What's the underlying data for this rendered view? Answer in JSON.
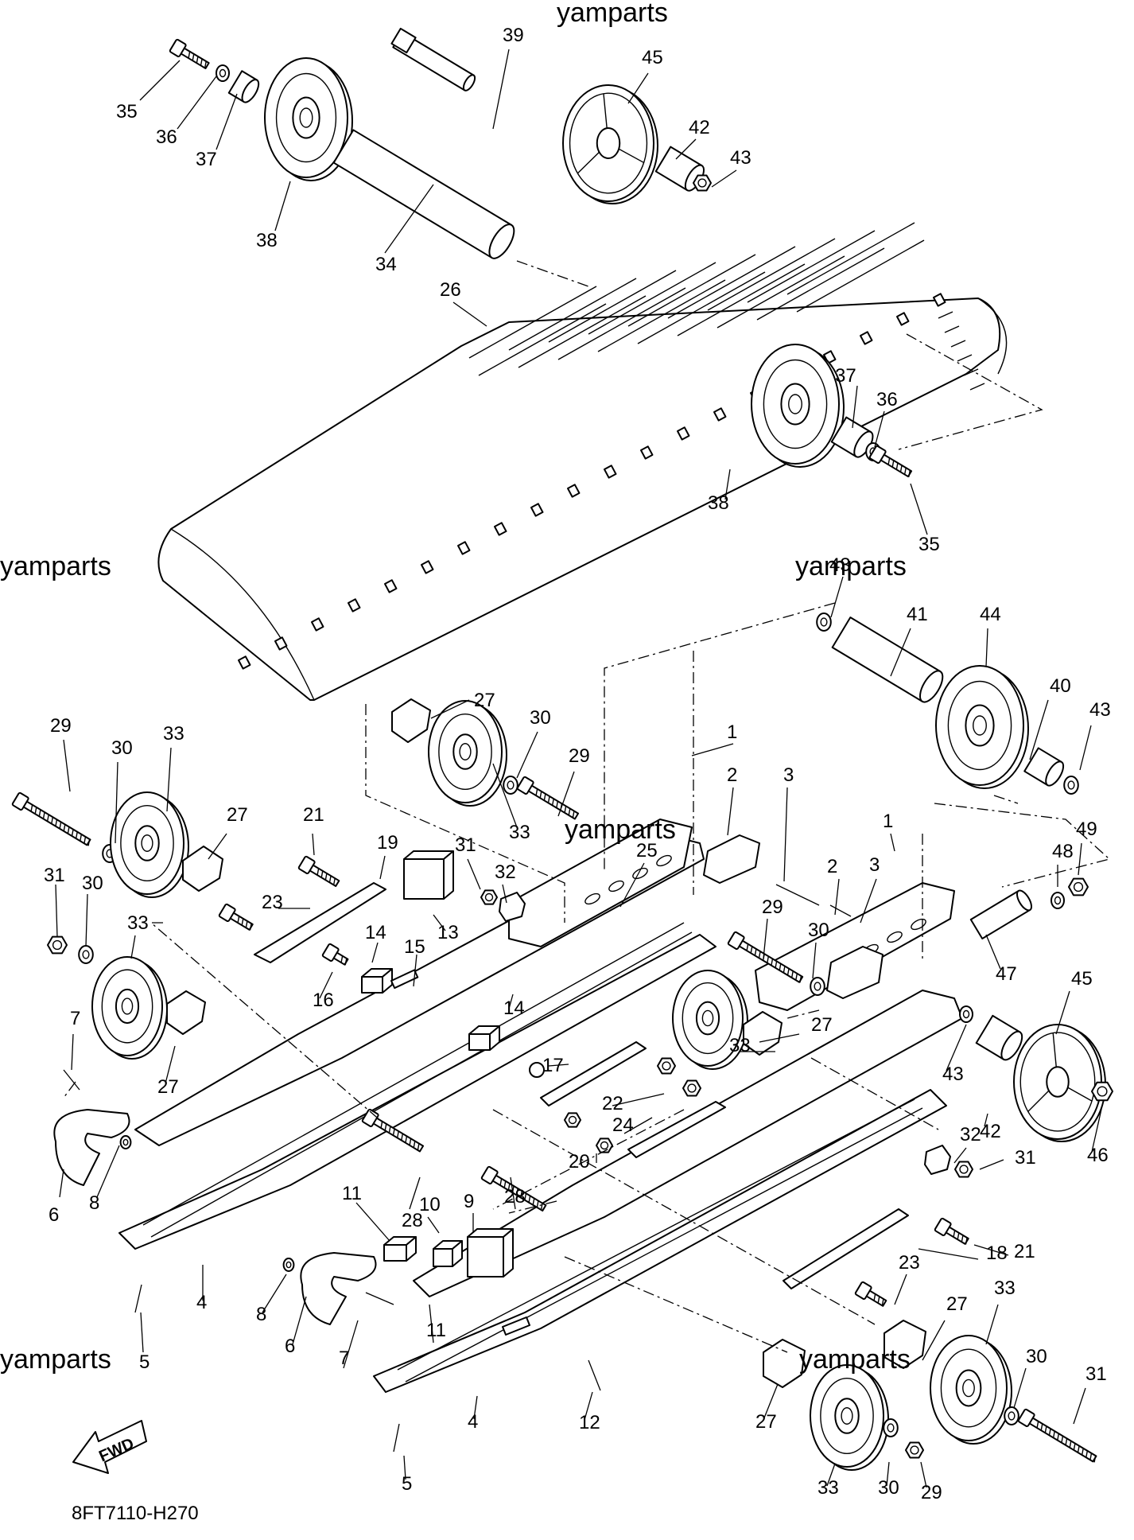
{
  "diagram": {
    "part_code": "8FT7110-H270",
    "watermark": "yamparts",
    "fwd_label": "FWD",
    "callouts": [
      "35",
      "36",
      "37",
      "38",
      "39",
      "45",
      "42",
      "43",
      "34",
      "26",
      "37",
      "36",
      "38",
      "35",
      "43",
      "41",
      "44",
      "40",
      "43",
      "27",
      "30",
      "29",
      "33",
      "29",
      "30",
      "33",
      "27",
      "21",
      "19",
      "31",
      "32",
      "13",
      "23",
      "14",
      "15",
      "16",
      "31",
      "30",
      "33",
      "27",
      "7",
      "6",
      "8",
      "4",
      "5",
      "1",
      "2",
      "3",
      "1",
      "3",
      "2",
      "29",
      "30",
      "48",
      "49",
      "47",
      "45",
      "25",
      "33",
      "27",
      "17",
      "22",
      "24",
      "20",
      "14",
      "28",
      "43",
      "42",
      "46",
      "32",
      "31",
      "9",
      "10",
      "11",
      "28",
      "18",
      "21",
      "23",
      "8",
      "6",
      "7",
      "11",
      "12",
      "4",
      "5",
      "27",
      "33",
      "30",
      "29",
      "27",
      "33",
      "30",
      "31"
    ]
  }
}
